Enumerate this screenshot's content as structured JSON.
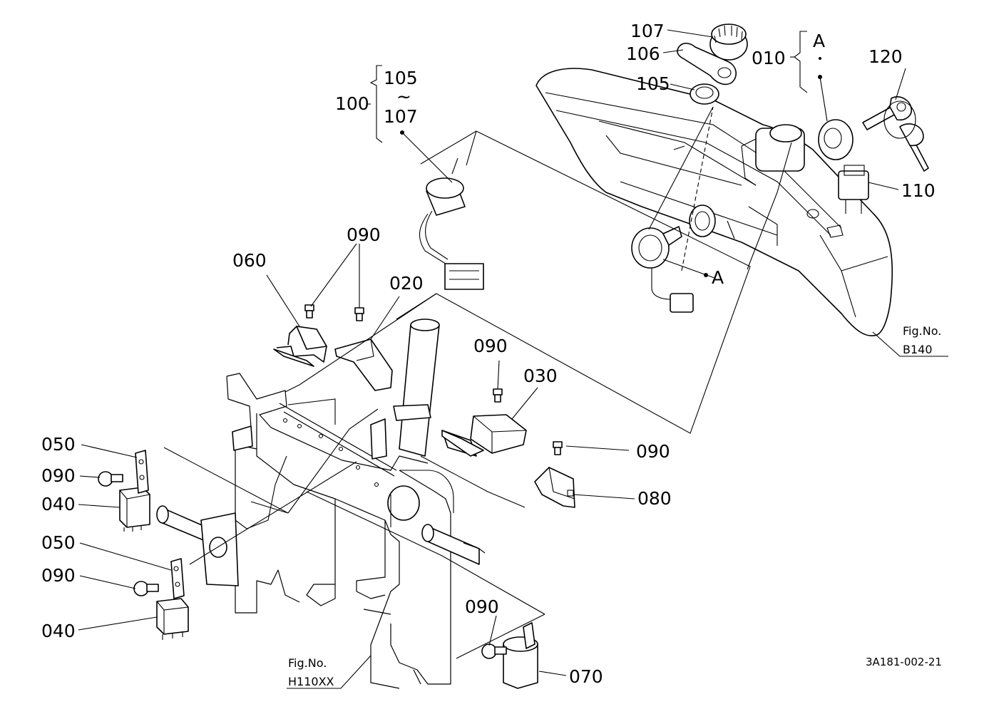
{
  "callouts": {
    "c107_top": "107",
    "c106": "106",
    "c105_cap": "105",
    "c010": "010",
    "c120": "120",
    "c110": "110",
    "c100": "100",
    "c105_range": "105",
    "c107_range": "107",
    "c090_a": "090",
    "c060": "060",
    "c020": "020",
    "c090_b": "090",
    "c030": "030",
    "c090_c": "090",
    "c080": "080",
    "c050_a": "050",
    "c090_d": "090",
    "c040_a": "040",
    "c050_b": "050",
    "c090_e": "090",
    "c040_b": "040",
    "c090_f": "090",
    "c070": "070"
  },
  "markers": {
    "point_a_bracket": "A",
    "point_a_switch": "A",
    "range_symbol": "~"
  },
  "figure_refs": {
    "b140_label": "Fig.No.",
    "b140_value": "B140",
    "h110_label": "Fig.No.",
    "h110_value": "H110XX"
  },
  "drawing_number": "3A181-002-21"
}
